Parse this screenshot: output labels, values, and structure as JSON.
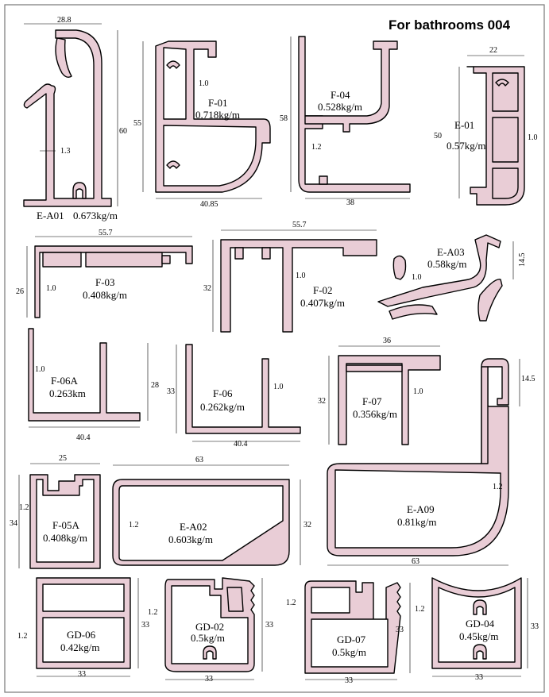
{
  "header": {
    "title": "For bathrooms 004"
  },
  "colors": {
    "profile_fill": "#e9cdd6",
    "outline": "#000000",
    "background": "#ffffff"
  },
  "profiles": [
    {
      "code": "E-A01",
      "weight": "0.673kg/m",
      "dims": [
        "28.8",
        "60",
        "1.3"
      ]
    },
    {
      "code": "F-01",
      "weight": "0.718kg/m",
      "dims": [
        "55",
        "1.0",
        "40.85"
      ]
    },
    {
      "code": "F-04",
      "weight": "0.528kg/m",
      "dims": [
        "58",
        "1.2",
        "38"
      ]
    },
    {
      "code": "E-01",
      "weight": "0.57kg/m",
      "dims": [
        "22",
        "50",
        "1.0"
      ]
    },
    {
      "code": "F-03",
      "weight": "0.408kg/m",
      "dims": [
        "55.7",
        "26",
        "1.0"
      ]
    },
    {
      "code": "F-02",
      "weight": "0.407kg/m",
      "dims": [
        "55.7",
        "32",
        "1.0"
      ]
    },
    {
      "code": "E-A03",
      "weight": "0.58kg/m",
      "dims": [
        "1.0",
        "14.5"
      ]
    },
    {
      "code": "F-06A",
      "weight": "0.263km",
      "dims": [
        "1.0",
        "28",
        "40.4"
      ]
    },
    {
      "code": "F-06",
      "weight": "0.262kg/m",
      "dims": [
        "33",
        "1.0",
        "40.4"
      ]
    },
    {
      "code": "F-07",
      "weight": "0.356kg/m",
      "dims": [
        "36",
        "32",
        "1.0"
      ]
    },
    {
      "code": "F-05A",
      "weight": "0.408kg/m",
      "dims": [
        "25",
        "34",
        "1.2"
      ]
    },
    {
      "code": "E-A02",
      "weight": "0.603kg/m",
      "dims": [
        "63",
        "1.2",
        "32"
      ]
    },
    {
      "code": "E-A09",
      "weight": "0.81kg/m",
      "dims": [
        "14.5",
        "1.2",
        "63"
      ]
    },
    {
      "code": "GD-06",
      "weight": "0.42kg/m",
      "dims": [
        "1.2",
        "33",
        "33"
      ]
    },
    {
      "code": "GD-02",
      "weight": "0.5kg/m",
      "dims": [
        "1.2",
        "33",
        "33"
      ]
    },
    {
      "code": "GD-07",
      "weight": "0.5kg/m",
      "dims": [
        "1.2",
        "33",
        "33"
      ]
    },
    {
      "code": "GD-04",
      "weight": "0.45kg/m",
      "dims": [
        "1.2",
        "33",
        "33"
      ]
    }
  ]
}
